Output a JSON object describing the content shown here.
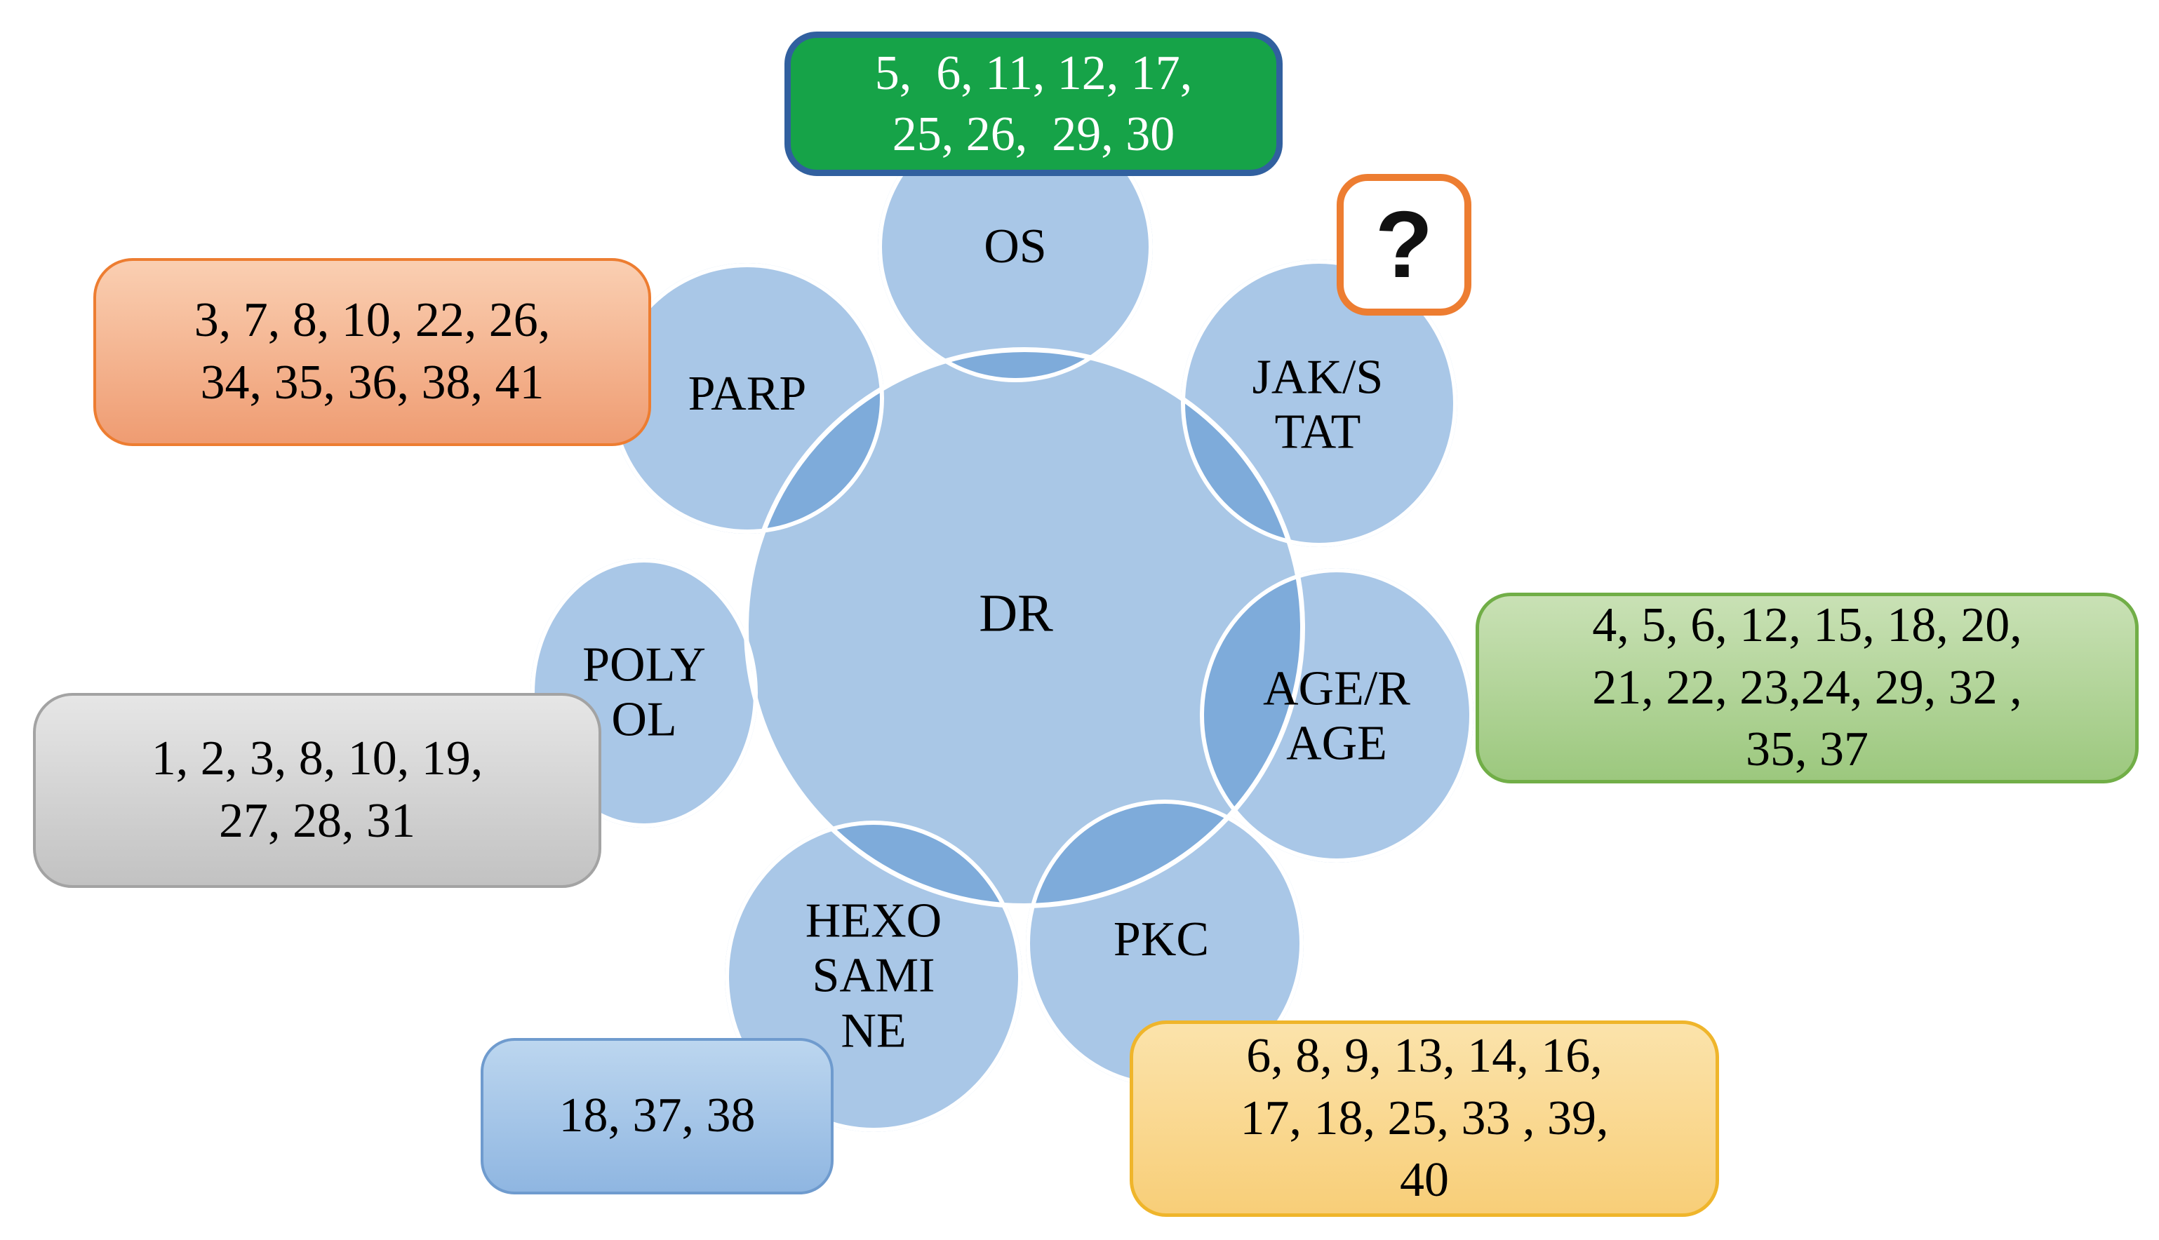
{
  "figure": {
    "center": {
      "label": "DR"
    },
    "pathways": {
      "os": {
        "label": "OS",
        "refs": "5,  6, 11, 12, 17,\n25, 26,  29, 30"
      },
      "jak_stat": {
        "label": "JAK/S\nTAT",
        "refs": "?"
      },
      "age_rage": {
        "label": "AGE/R\nAGE",
        "refs": "4, 5, 6, 12, 15, 18, 20,\n21, 22, 23,24, 29, 32 ,\n35, 37"
      },
      "pkc": {
        "label": "PKC",
        "refs": "6, 8, 9, 13, 14, 16,\n17, 18, 25, 33 , 39,\n40"
      },
      "hexosamine": {
        "label": "HEXO\nSAMI\nNE",
        "refs": "18, 37, 38"
      },
      "polyol": {
        "label": "POLY\nOL",
        "refs": "1, 2, 3, 8, 10, 19,\n27, 28, 31"
      },
      "parp": {
        "label": "PARP",
        "refs": "3, 7, 8, 10, 22, 26,\n34, 35, 36, 38, 41"
      }
    },
    "colors": {
      "satellite_fill": "#A9C7E7",
      "overlap_lens": "#7FABD9",
      "center_fill": "rgba(83,143,205,0.5)",
      "circle_stroke": "#FFFFFF",
      "os_box_fill": "#16A348",
      "os_box_border": "#31609F",
      "os_box_text": "#FFFFFF",
      "question_box_border": "#ED7D31",
      "parp_box_border": "#ED7D31",
      "age_box_border": "#71AE47",
      "polyol_box_border": "#A3A3A3",
      "hexosamine_box_border": "#6F9BCE",
      "pkc_box_border": "#EFB52B"
    }
  }
}
